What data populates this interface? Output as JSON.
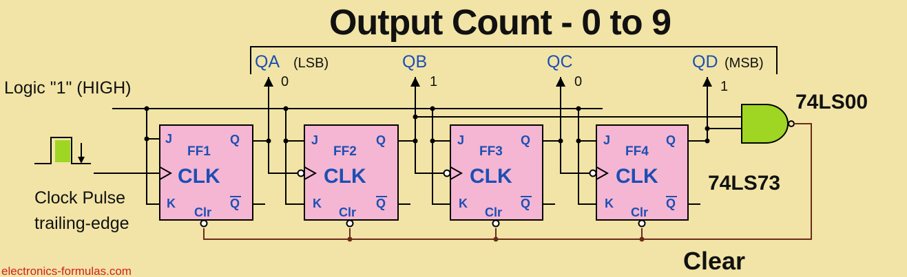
{
  "title": "Output Count - 0 to 9",
  "outputs": [
    {
      "name": "QA",
      "note": "(LSB)",
      "value": "0"
    },
    {
      "name": "QB",
      "note": "",
      "value": "1"
    },
    {
      "name": "QC",
      "note": "",
      "value": "0"
    },
    {
      "name": "QD",
      "note": "(MSB)",
      "value": "1"
    }
  ],
  "logic_high_label": "Logic \"1\" (HIGH)",
  "clock_label_line1": "Clock Pulse",
  "clock_label_line2": "trailing-edge",
  "flipflops": [
    {
      "name": "FF1"
    },
    {
      "name": "FF2"
    },
    {
      "name": "FF3"
    },
    {
      "name": "FF4"
    }
  ],
  "pin_labels": {
    "j": "J",
    "k": "K",
    "q": "Q",
    "qbar": "Q",
    "clr": "Clr",
    "clk": "CLK"
  },
  "nand_chip": "74LS00",
  "ff_chip": "74LS73",
  "clear_label": "Clear",
  "watermark": "electronics-formulas.com",
  "colors": {
    "background": "#f1e4a6",
    "flipflop_fill": "#f4b6d3",
    "gate_fill": "#9fd523",
    "pin_text": "#1c4fb3",
    "watermark": "#d12020",
    "clear_wire": "#6b2a1a"
  }
}
